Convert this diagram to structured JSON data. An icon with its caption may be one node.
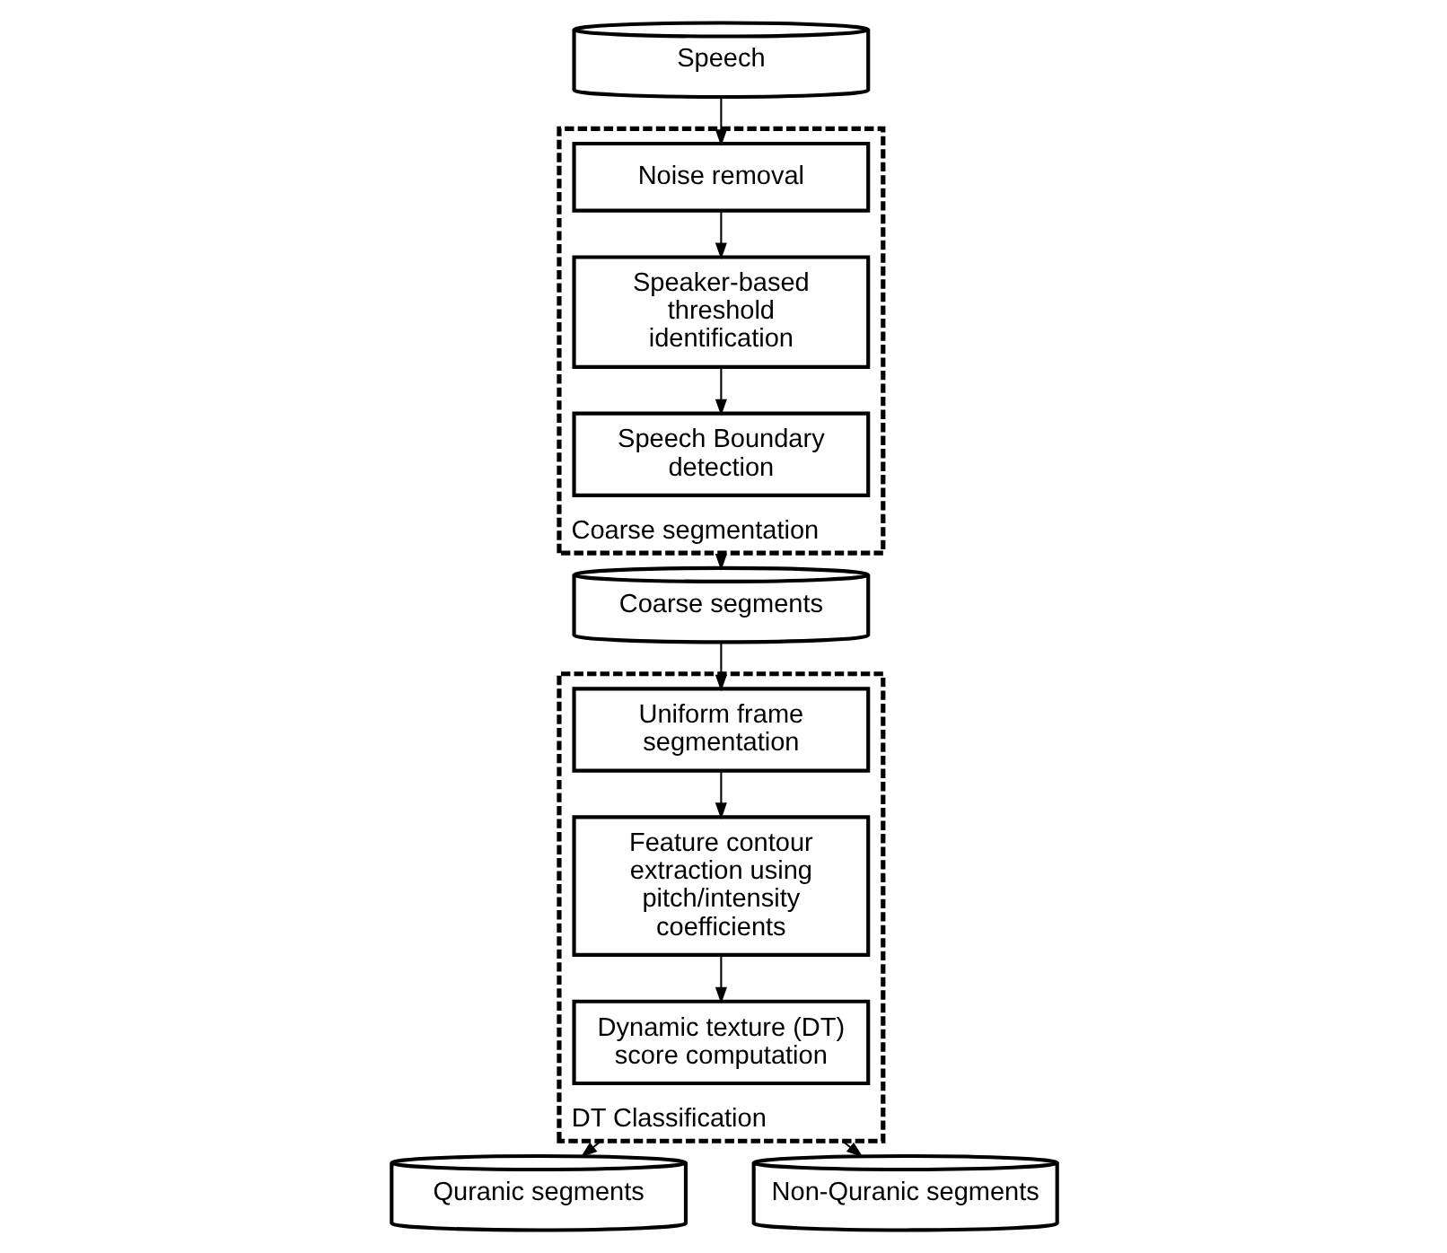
{
  "diagram": {
    "nodes": [
      {
        "text": [
          "Speech"
        ]
      },
      {
        "text": [
          "Coarse segmentation"
        ]
      },
      {
        "text": [
          "Noise removal"
        ],
        "in": 1
      },
      {
        "text": [
          "Speaker-based threshold identification"
        ],
        "in": 1
      },
      {
        "text": [
          "Speech Boundary detection"
        ],
        "in": 1
      },
      {
        "text": [
          "Coarse segments"
        ]
      },
      {
        "text": [
          "DT Classification"
        ]
      },
      {
        "text": [
          "Uniform frame segmentation"
        ],
        "in": 6
      },
      {
        "text": [
          "Feature contour extraction using pitch/intensity coefficients"
        ],
        "in": 6
      },
      {
        "text": [
          "Dynamic texture (DT) score computation"
        ],
        "in": 6
      },
      {
        "text": [
          "Quranic segments"
        ]
      },
      {
        "text": [
          "Non-Quranic segments"
        ]
      }
    ],
    "edges": [
      {
        "from": 0,
        "to": 2,
        "arrow": "to"
      },
      {
        "from": 2,
        "to": 3,
        "arrow": "to"
      },
      {
        "from": 3,
        "to": 4,
        "arrow": "to"
      },
      {
        "from": 1,
        "to": 5,
        "arrow": "to"
      },
      {
        "from": 5,
        "to": 7,
        "arrow": "to"
      },
      {
        "from": 7,
        "to": 8,
        "arrow": "to"
      },
      {
        "from": 8,
        "to": 9,
        "arrow": "to"
      },
      {
        "from": 6,
        "to": 10,
        "arrow": "to"
      },
      {
        "from": 6,
        "to": 11,
        "arrow": "to"
      }
    ]
  }
}
